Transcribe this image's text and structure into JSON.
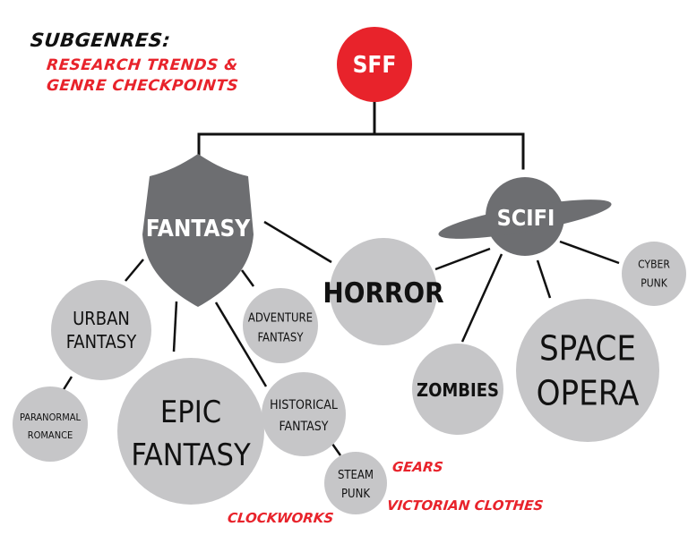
{
  "title": {
    "main": "SUBGENRES:",
    "line1": "RESEARCH TRENDS &",
    "line2": "GENRE CHECKPOINTS"
  },
  "colors": {
    "accent_red": "#e8232b",
    "node_light": "#c6c6c8",
    "node_dark": "#6d6e71",
    "ink": "#111111"
  },
  "nodes": {
    "sff": {
      "lines": [
        "SFF"
      ]
    },
    "fantasy": {
      "lines": [
        "FANTASY"
      ]
    },
    "scifi": {
      "lines": [
        "SCIFI"
      ]
    },
    "horror": {
      "lines": [
        "HORROR"
      ]
    },
    "urban_fantasy": {
      "lines": [
        "URBAN",
        "FANTASY"
      ]
    },
    "adventure_fantasy": {
      "lines": [
        "ADVENTURE",
        "FANTASY"
      ]
    },
    "paranormal_romance": {
      "lines": [
        "PARANORMAL",
        "ROMANCE"
      ]
    },
    "epic_fantasy": {
      "lines": [
        "EPIC",
        "FANTASY"
      ]
    },
    "historical_fantasy": {
      "lines": [
        "HISTORICAL",
        "FANTASY"
      ]
    },
    "steampunk": {
      "lines": [
        "STEAM",
        "PUNK"
      ]
    },
    "zombies": {
      "lines": [
        "ZOMBIES"
      ]
    },
    "space_opera": {
      "lines": [
        "SPACE",
        "OPERA"
      ]
    },
    "cyberpunk": {
      "lines": [
        "CYBER",
        "PUNK"
      ]
    }
  },
  "notes": {
    "gears": "GEARS",
    "victorian_clothes": "VICTORIAN CLOTHES",
    "clockworks": "CLOCKWORKS"
  }
}
